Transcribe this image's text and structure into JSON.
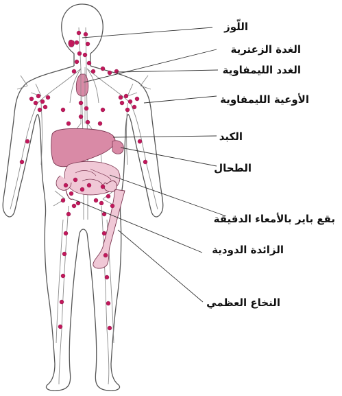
{
  "diagram": {
    "labels": {
      "tonsils": "اللّوز",
      "thymus": "الغدة الزعترية",
      "lymph_nodes": "الغدد الليمفاوية",
      "lymph_vessels": "الأوعية الليمفاوية",
      "liver": "الكبد",
      "spleen": "الطحال",
      "peyers_patches": "بقع باير بالأمعاء الدقيقة",
      "appendix": "الزائدة الدودية",
      "bone_marrow": "النخاع العظمي"
    },
    "colors": {
      "outline": "#555555",
      "vessel": "#8a8a8a",
      "node": "#c2185b",
      "organ": "#d98aa6",
      "organ_light": "#f0c8d6",
      "leader": "#333333"
    }
  }
}
